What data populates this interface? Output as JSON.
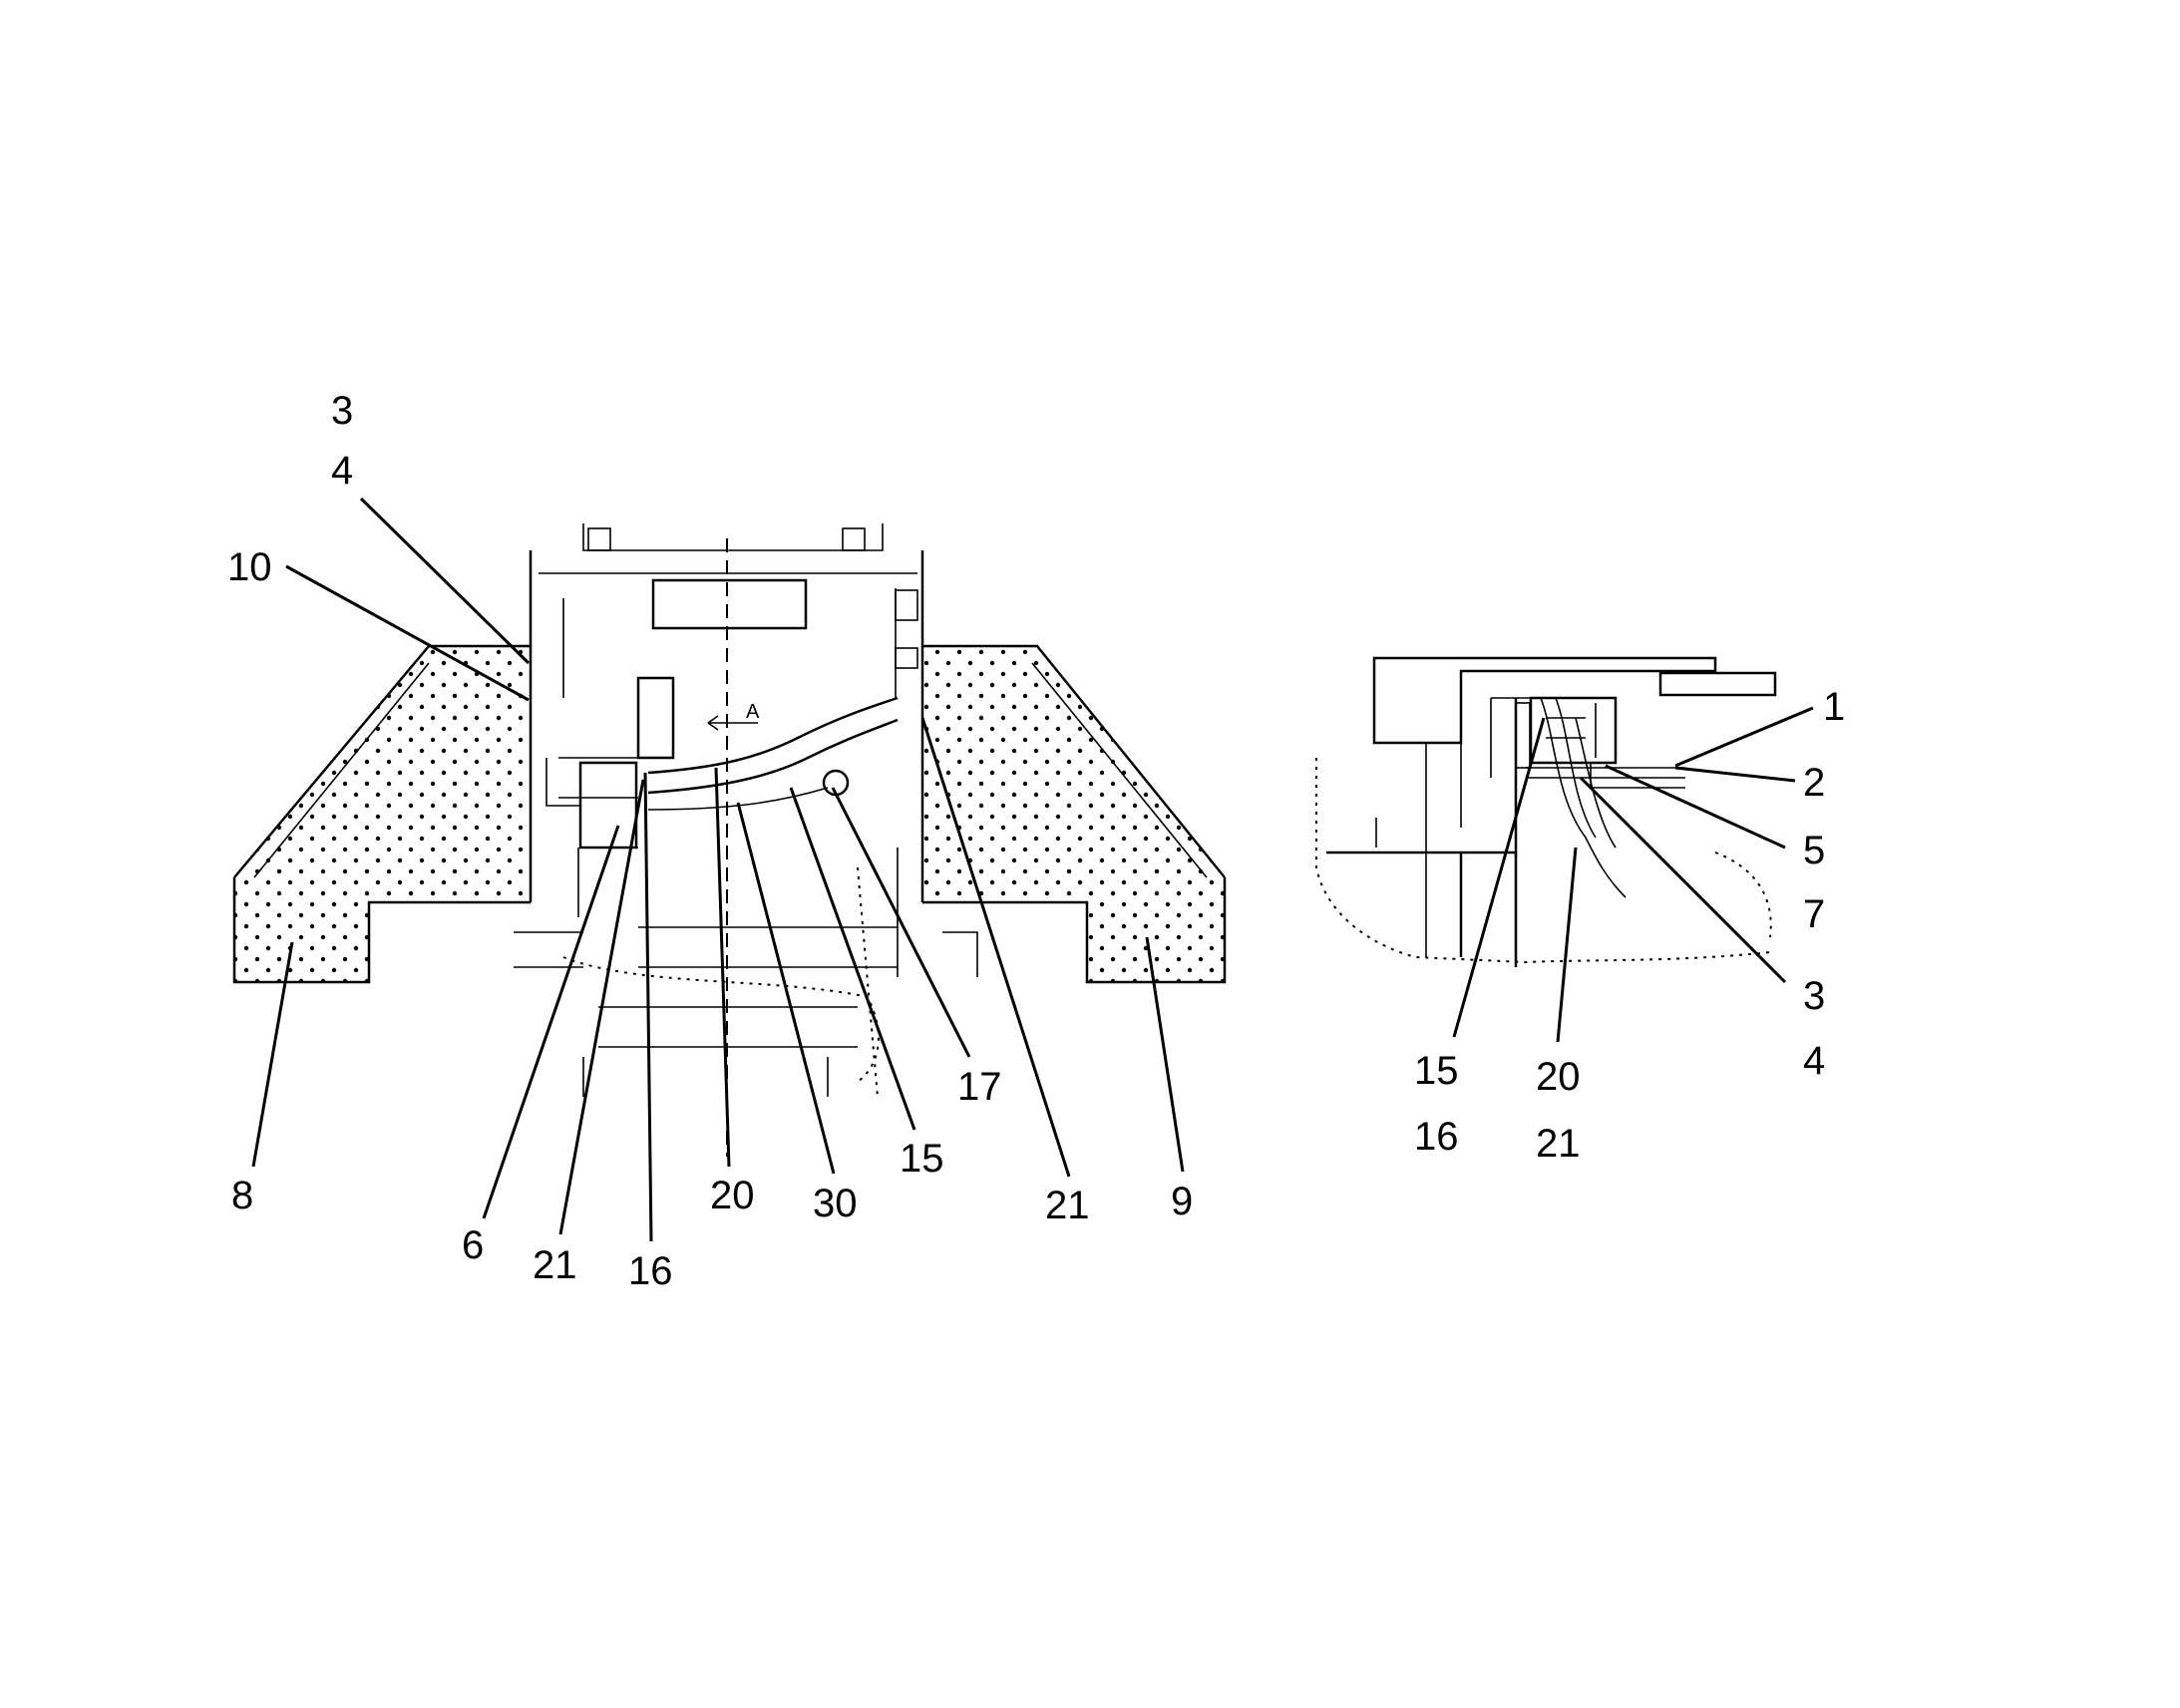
{
  "figure_label": "A",
  "callouts": {
    "left_view": [
      {
        "id": "l3",
        "text": "3"
      },
      {
        "id": "l4",
        "text": "4"
      },
      {
        "id": "l10",
        "text": "10"
      },
      {
        "id": "l8",
        "text": "8"
      },
      {
        "id": "l6",
        "text": "6"
      },
      {
        "id": "l21a",
        "text": "21"
      },
      {
        "id": "l16",
        "text": "16"
      },
      {
        "id": "l20",
        "text": "20"
      },
      {
        "id": "l30",
        "text": "30"
      },
      {
        "id": "l15",
        "text": "15"
      },
      {
        "id": "l17",
        "text": "17"
      },
      {
        "id": "l21b",
        "text": "21"
      },
      {
        "id": "l9",
        "text": "9"
      }
    ],
    "right_view": [
      {
        "id": "r1",
        "text": "1"
      },
      {
        "id": "r2",
        "text": "2"
      },
      {
        "id": "r5",
        "text": "5"
      },
      {
        "id": "r7",
        "text": "7"
      },
      {
        "id": "r3",
        "text": "3"
      },
      {
        "id": "r4",
        "text": "4"
      },
      {
        "id": "r15",
        "text": "15"
      },
      {
        "id": "r16",
        "text": "16"
      },
      {
        "id": "r20",
        "text": "20"
      },
      {
        "id": "r21",
        "text": "21"
      }
    ]
  }
}
